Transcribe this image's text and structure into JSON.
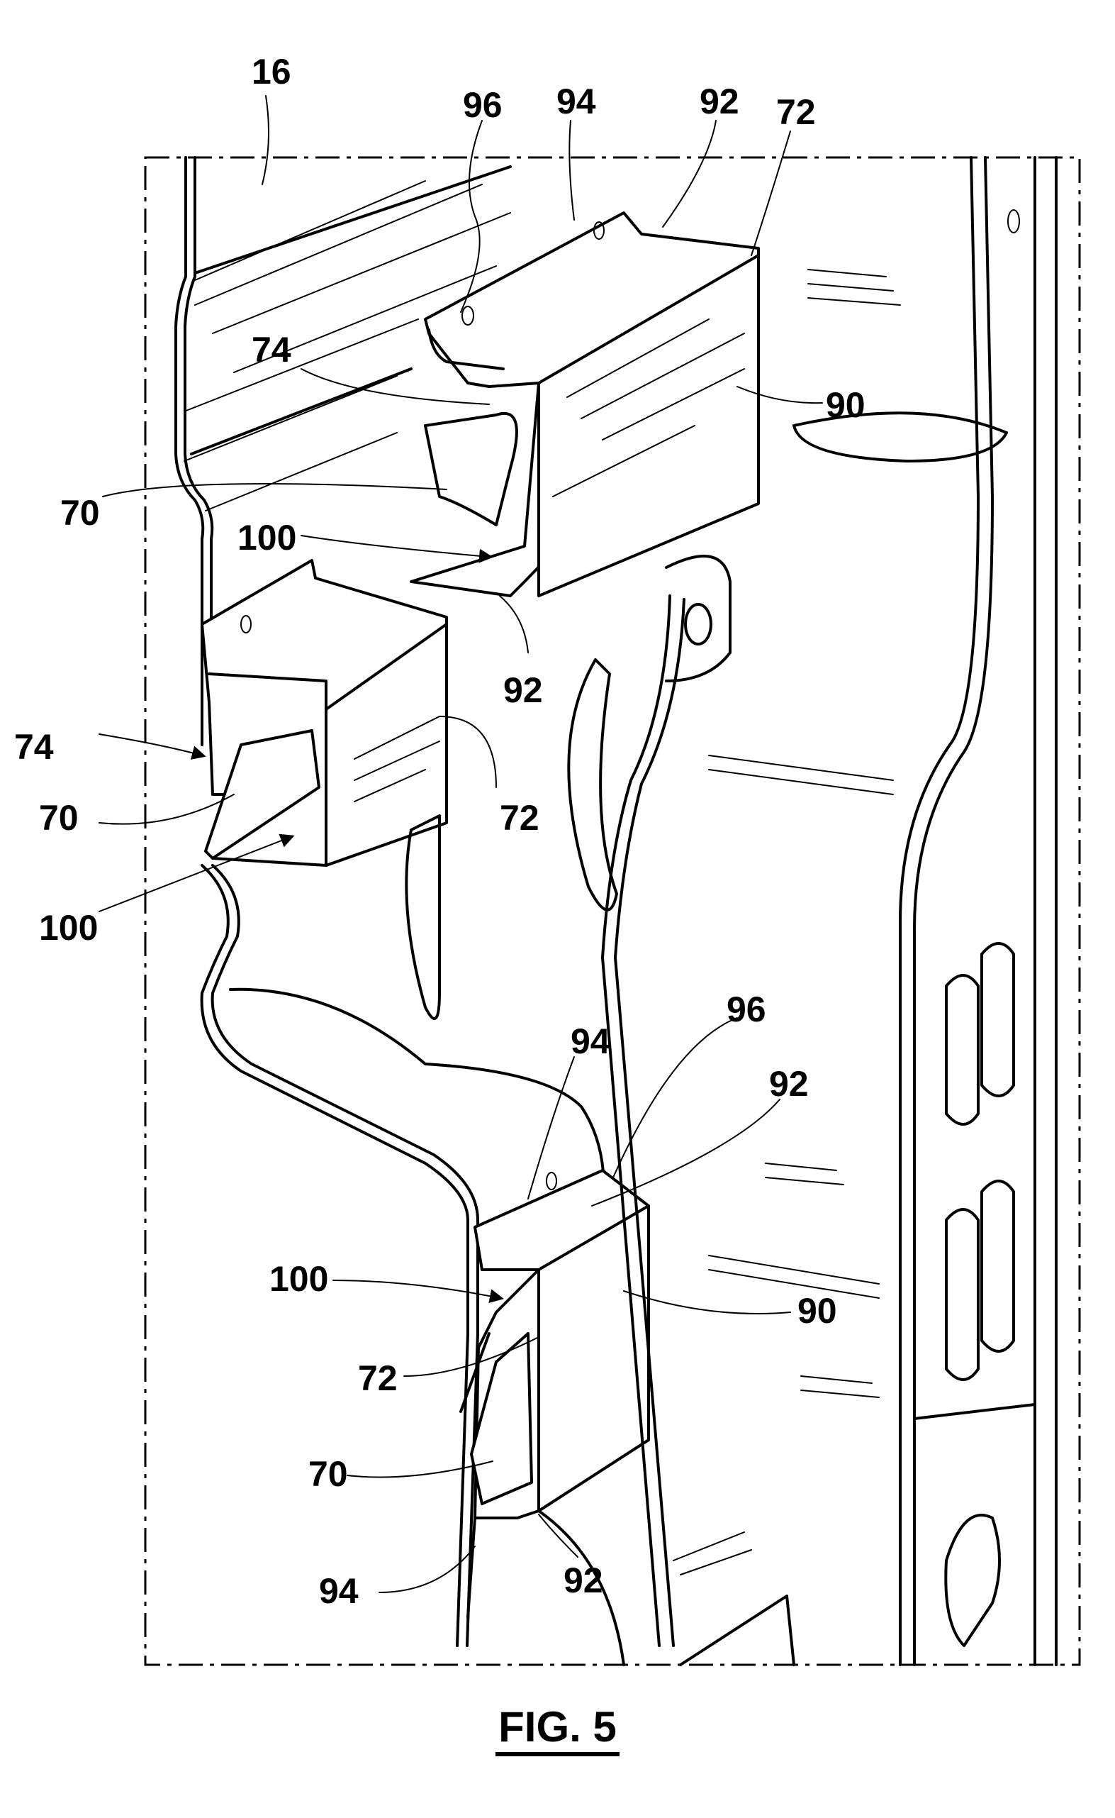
{
  "figure": {
    "caption": "FIG. 5",
    "labels": {
      "l16": "16",
      "l96a": "96",
      "l94a": "94",
      "l92a": "92",
      "l72a": "72",
      "l74a": "74",
      "l90a": "90",
      "l70a": "70",
      "l100a": "100",
      "l92b": "92",
      "l74b": "74",
      "l70b": "70",
      "l72b": "72",
      "l100b": "100",
      "l96b": "96",
      "l94b": "94",
      "l92c": "92",
      "l100c": "100",
      "l90b": "90",
      "l72c": "72",
      "l70c": "70",
      "l94c": "94",
      "l92d": "92"
    }
  }
}
